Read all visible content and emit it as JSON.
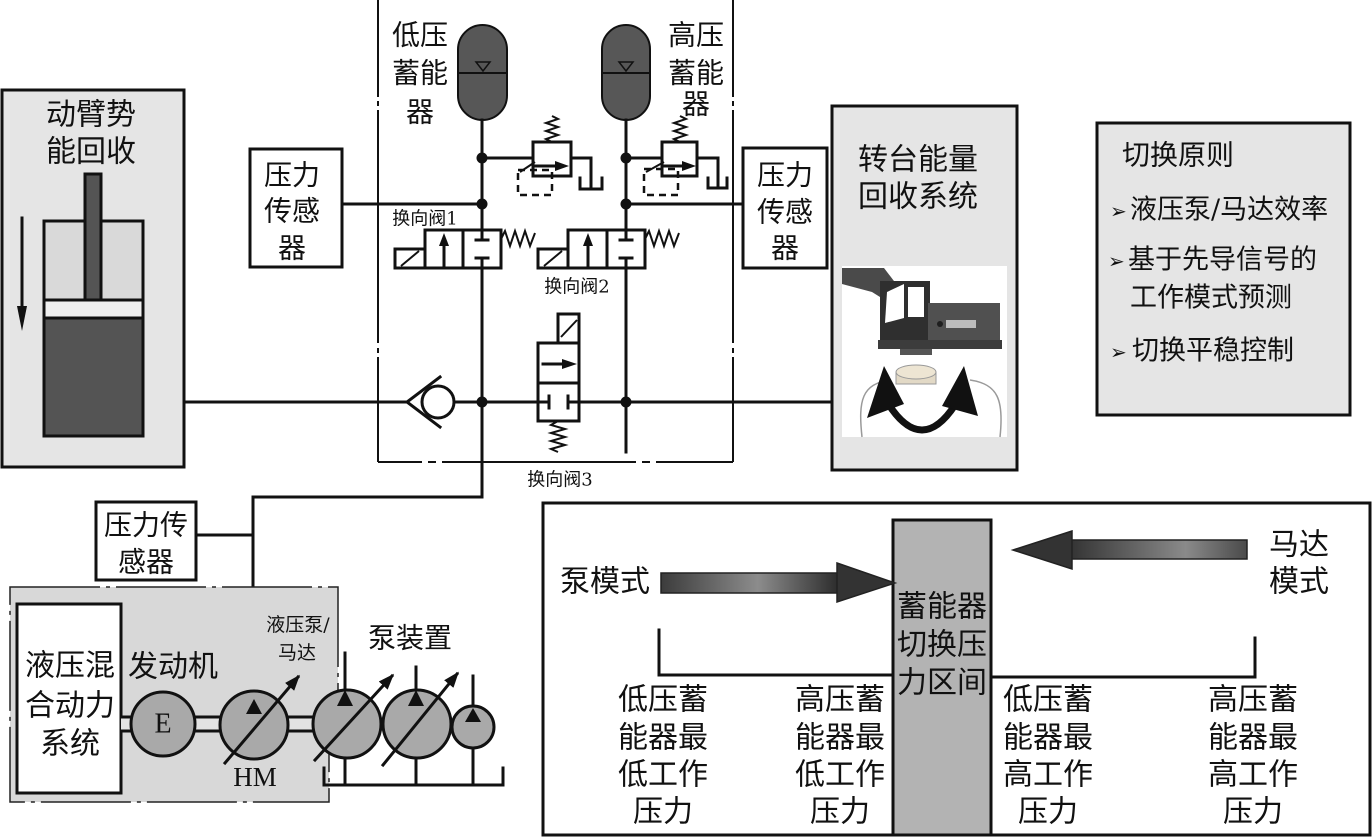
{
  "boom_recovery": {
    "title_lines": [
      "动臂势",
      "能回收"
    ]
  },
  "pressure_sensor_left": {
    "lines": [
      "压力",
      "传感",
      "器"
    ]
  },
  "pressure_sensor_right": {
    "lines": [
      "压力",
      "传感",
      "器"
    ]
  },
  "pressure_sensor_bottom": {
    "lines": [
      "压力传",
      "感器"
    ]
  },
  "low_pressure_accumulator": {
    "lines": [
      "低压",
      "蓄能",
      "器"
    ]
  },
  "high_pressure_accumulator": {
    "lines": [
      "高压",
      "蓄能",
      "器"
    ]
  },
  "valves": {
    "valve_1": "换向阀1",
    "valve_2": "换向阀2",
    "valve_3": "换向阀3"
  },
  "turntable": {
    "title_lines": [
      "转台能量",
      "回收系统"
    ]
  },
  "switching_principles": {
    "title": "切换原则",
    "items": [
      {
        "bullet": "➢",
        "lines": [
          "液压泵/马达效率"
        ]
      },
      {
        "bullet": "➢",
        "lines": [
          "基于先导信号的",
          "工作模式预测"
        ]
      },
      {
        "bullet": "➢",
        "lines": [
          "切换平稳控制"
        ]
      }
    ]
  },
  "powertrain": {
    "system_lines": [
      "液压混",
      "合动力",
      "系统"
    ],
    "engine_label": "发动机",
    "engine_symbol": "E",
    "pump_motor_label_lines": [
      "液压泵/",
      "马达"
    ],
    "pump_motor_symbol": "HM",
    "pump_unit_label": "泵装置"
  },
  "mode_panel": {
    "pump_mode": "泵模式",
    "motor_mode_lines": [
      "马达",
      "模式"
    ],
    "switch_zone_lines": [
      "蓄能器",
      "切换压",
      "力区间"
    ],
    "thresholds": [
      {
        "lines": [
          "低压蓄",
          "能器最",
          "低工作",
          "压力"
        ]
      },
      {
        "lines": [
          "高压蓄",
          "能器最",
          "低工作",
          "压力"
        ]
      },
      {
        "lines": [
          "低压蓄",
          "能器最",
          "高工作",
          "压力"
        ]
      },
      {
        "lines": [
          "高压蓄",
          "能器最",
          "高工作",
          "压力"
        ]
      }
    ]
  },
  "colors": {
    "line": "#111111",
    "panel_fill": "#e5e5e5",
    "cylinder_dark": "#545454",
    "cylinder_light": "#d9d9d9",
    "accumulator_fill": "#575757",
    "hybrid_area_fill": "#d8d8d8",
    "pump_fill": "#a9a9a9",
    "switch_zone_fill": "#b3b3b3"
  }
}
